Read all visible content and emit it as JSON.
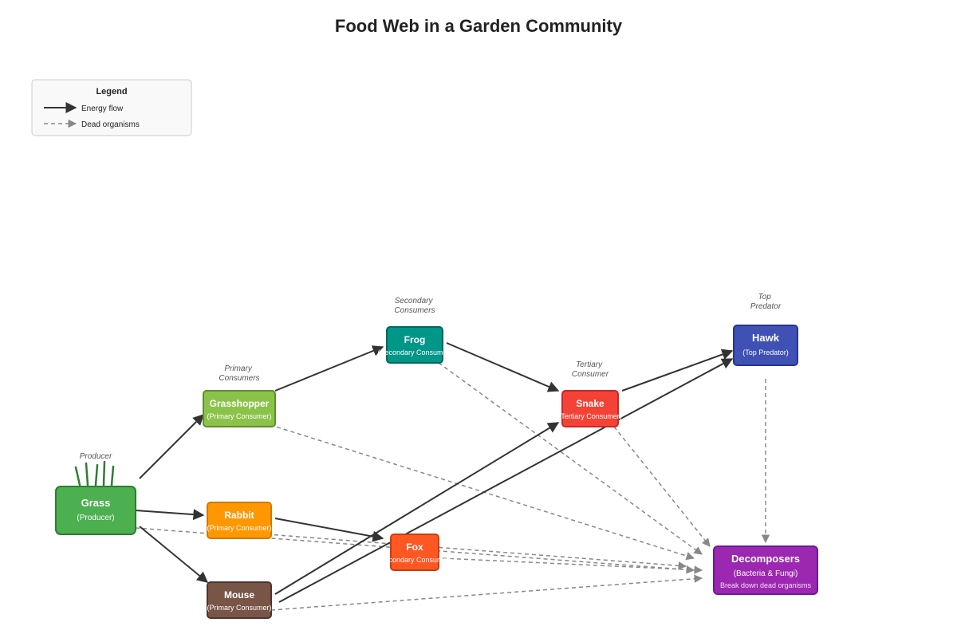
{
  "title": "Food Web in a Garden Community",
  "legend": {
    "title": "Legend",
    "energy_flow": "Energy flow",
    "dead_organisms": "Dead organisms"
  },
  "levels": {
    "producer": "Producer",
    "primary": [
      "Primary",
      "Consumers"
    ],
    "secondary": [
      "Secondary",
      "Consumers"
    ],
    "tertiary": [
      "Tertiary",
      "Consumer"
    ],
    "top": [
      "Top",
      "Predator"
    ]
  },
  "nodes": {
    "grass": {
      "name": "Grass",
      "role": "(Producer)",
      "color": "#4caf50",
      "border": "#2e7d32"
    },
    "grasshopper": {
      "name": "Grasshopper",
      "role": "(Primary Consumer)",
      "color": "#8bc34a",
      "border": "#5d8f2e"
    },
    "rabbit": {
      "name": "Rabbit",
      "role": "(Primary Consumer)",
      "color": "#ff9800",
      "border": "#d07a00"
    },
    "mouse": {
      "name": "Mouse",
      "role": "(Primary Consumer)",
      "color": "#795548",
      "border": "#4e342e"
    },
    "frog": {
      "name": "Frog",
      "role": "(Secondary Consumer)",
      "color": "#009688",
      "border": "#00695c"
    },
    "fox": {
      "name": "Fox",
      "role": "(Secondary Consumer)",
      "color": "#ff5722",
      "border": "#c43e12"
    },
    "snake": {
      "name": "Snake",
      "role": "(Tertiary Consumer)",
      "color": "#f44336",
      "border": "#c62828"
    },
    "hawk": {
      "name": "Hawk",
      "role": "(Top Predator)",
      "color": "#3f51b5",
      "border": "#283593"
    },
    "decomposers": {
      "name": "Decomposers",
      "role": "(Bacteria & Fungi)",
      "note": "Break down dead organisms",
      "color": "#9c27b0",
      "border": "#6a1b9a"
    }
  },
  "energy_flows": [
    [
      "grass",
      "grasshopper"
    ],
    [
      "grass",
      "rabbit"
    ],
    [
      "grass",
      "mouse"
    ],
    [
      "grasshopper",
      "frog"
    ],
    [
      "frog",
      "snake"
    ],
    [
      "rabbit",
      "fox"
    ],
    [
      "mouse",
      "snake"
    ],
    [
      "mouse",
      "hawk"
    ],
    [
      "snake",
      "hawk"
    ]
  ],
  "dead_flows": [
    [
      "grass",
      "decomposers"
    ],
    [
      "grasshopper",
      "decomposers"
    ],
    [
      "rabbit",
      "decomposers"
    ],
    [
      "mouse",
      "decomposers"
    ],
    [
      "frog",
      "decomposers"
    ],
    [
      "fox",
      "decomposers"
    ],
    [
      "snake",
      "decomposers"
    ],
    [
      "hawk",
      "decomposers"
    ]
  ]
}
